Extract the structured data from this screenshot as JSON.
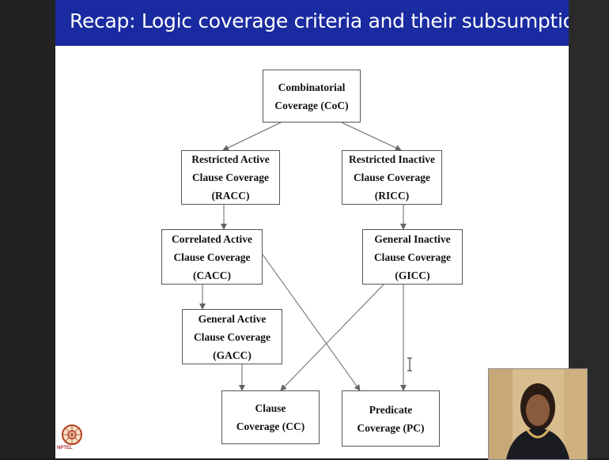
{
  "slide": {
    "title": "Recap: Logic coverage criteria and their subsumption",
    "logo_label": "NPTEL"
  },
  "diagram": {
    "nodes": {
      "coc": {
        "lines": [
          "Combinatorial",
          "Coverage (CoC)"
        ]
      },
      "racc": {
        "lines": [
          "Restricted Active",
          "Clause Coverage",
          "(RACC)"
        ]
      },
      "ricc": {
        "lines": [
          "Restricted Inactive",
          "Clause Coverage",
          "(RICC)"
        ]
      },
      "cacc": {
        "lines": [
          "Correlated Active",
          "Clause Coverage",
          "(CACC)"
        ]
      },
      "gicc": {
        "lines": [
          "General Inactive",
          "Clause Coverage",
          "(GICC)"
        ]
      },
      "gacc": {
        "lines": [
          "General Active",
          "Clause Coverage",
          "(GACC)"
        ]
      },
      "cc": {
        "lines": [
          "Clause",
          "Coverage (CC)"
        ]
      },
      "pc": {
        "lines": [
          "Predicate",
          "Coverage (PC)"
        ]
      }
    },
    "edges": [
      [
        "coc",
        "racc"
      ],
      [
        "coc",
        "ricc"
      ],
      [
        "racc",
        "cacc"
      ],
      [
        "ricc",
        "gicc"
      ],
      [
        "cacc",
        "gacc"
      ],
      [
        "cacc",
        "pc"
      ],
      [
        "gicc",
        "cc"
      ],
      [
        "gicc",
        "pc"
      ],
      [
        "gacc",
        "cc"
      ]
    ]
  },
  "colors": {
    "title_bar": "#1a2aa0",
    "title_text": "#ffffff",
    "box_border": "#555555",
    "edge": "#666666"
  }
}
